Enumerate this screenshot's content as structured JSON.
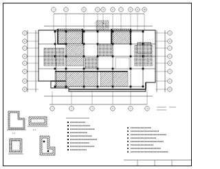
{
  "drawing": {
    "axis_top": [
      "1",
      "2",
      "3",
      "4",
      "5",
      "6",
      "7",
      "8",
      "9",
      "10"
    ],
    "axis_left": [
      "A",
      "B",
      "C",
      "D",
      "E",
      "F",
      "G",
      "H"
    ],
    "axis_right": [
      "A",
      "B",
      "C",
      "D",
      "E",
      "F",
      "G",
      "H"
    ],
    "axis_bottom": [
      "1",
      "2",
      "3",
      "4",
      "5",
      "6"
    ],
    "section_titles": [
      "1-1",
      "2-2"
    ],
    "title_block": [
      "",
      ""
    ]
  },
  "colors": {
    "ink": "#111111",
    "paper": "#ffffff"
  }
}
